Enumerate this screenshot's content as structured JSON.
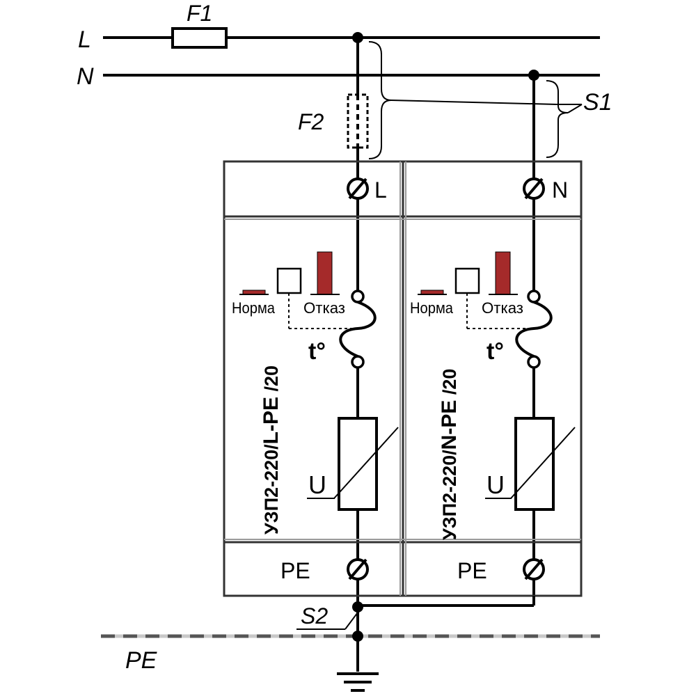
{
  "labels": {
    "line_L": "L",
    "line_N": "N",
    "fuse_F1": "F1",
    "fuse_F2": "F2",
    "ref_S1": "S1",
    "ref_S2": "S2",
    "bus_PE": "PE"
  },
  "modules": [
    {
      "terminal_top": "L",
      "terminal_bottom": "PE",
      "model": "УЗП2-220/",
      "model_bold": "L-PE",
      "model_suffix": " /20",
      "indicator_normal": "Норма",
      "indicator_fault": "Отказ",
      "thermal": "t°",
      "varistor": "U"
    },
    {
      "terminal_top": "N",
      "terminal_bottom": "PE",
      "model": "УЗП2-220/",
      "model_bold": "N-PE",
      "model_suffix": " /20",
      "indicator_normal": "Норма",
      "indicator_fault": "Отказ",
      "thermal": "t°",
      "varistor": "U"
    }
  ],
  "colors": {
    "indicator_red": "#A52A2A",
    "pe_dash_light": "#c8c8c8",
    "pe_dash_dark": "#555555"
  }
}
